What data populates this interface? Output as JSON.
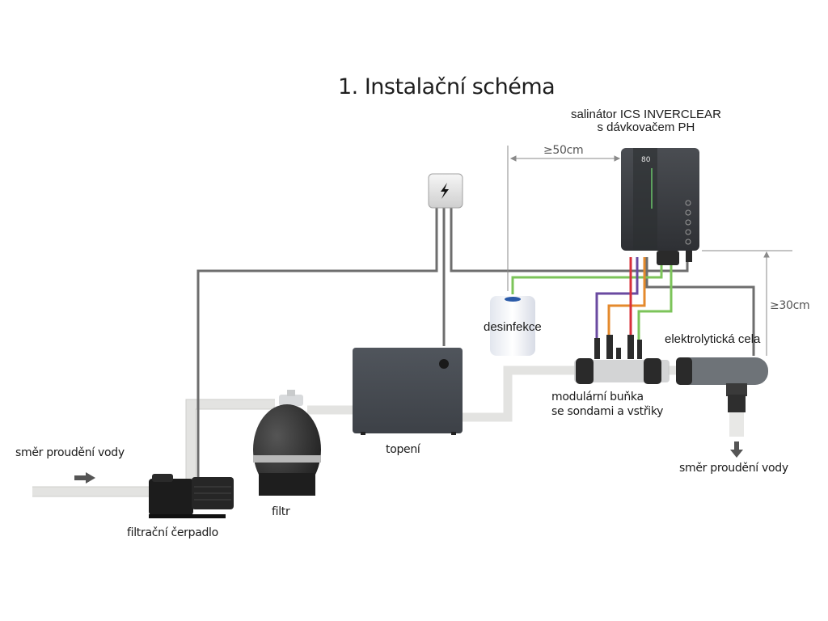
{
  "title": "1. Instalační schéma",
  "labels": {
    "salinator": [
      "salinátor ICS INVERCLEAR",
      "s dávkovačem PH"
    ],
    "dist_horizontal": "≥50cm",
    "dist_vertical": "≥30cm",
    "disinfection": "desinfekce",
    "electrolytic_cell": "elektrolytická cela",
    "modular_cell": [
      "modulární buňka",
      "se sondami a vstřiky"
    ],
    "heater": "topení",
    "filter": "filtr",
    "pump": "filtrační čerpadlo",
    "flow_in": "směr proudění vody",
    "flow_out": "směr proudění vody"
  },
  "components": {
    "power_box_icon": "lightning-bolt-icon",
    "salinator_display": "80"
  },
  "colors": {
    "cable_gray": "#6e6e6e",
    "cable_green": "#7cc45a",
    "cable_red": "#d8303a",
    "cable_purple": "#6a4aa0",
    "cable_orange": "#e48a2c",
    "pipe": "#e6e6e4",
    "device_dark": "#3c3f44"
  }
}
